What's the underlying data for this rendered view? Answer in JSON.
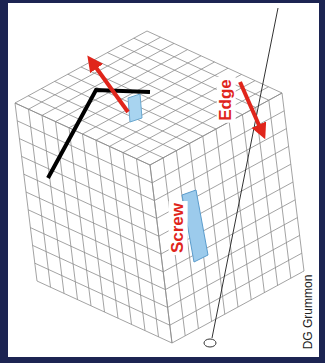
{
  "diagram": {
    "labels": [
      "Edge",
      "Screw",
      "DG Grummon"
    ]
  }
}
